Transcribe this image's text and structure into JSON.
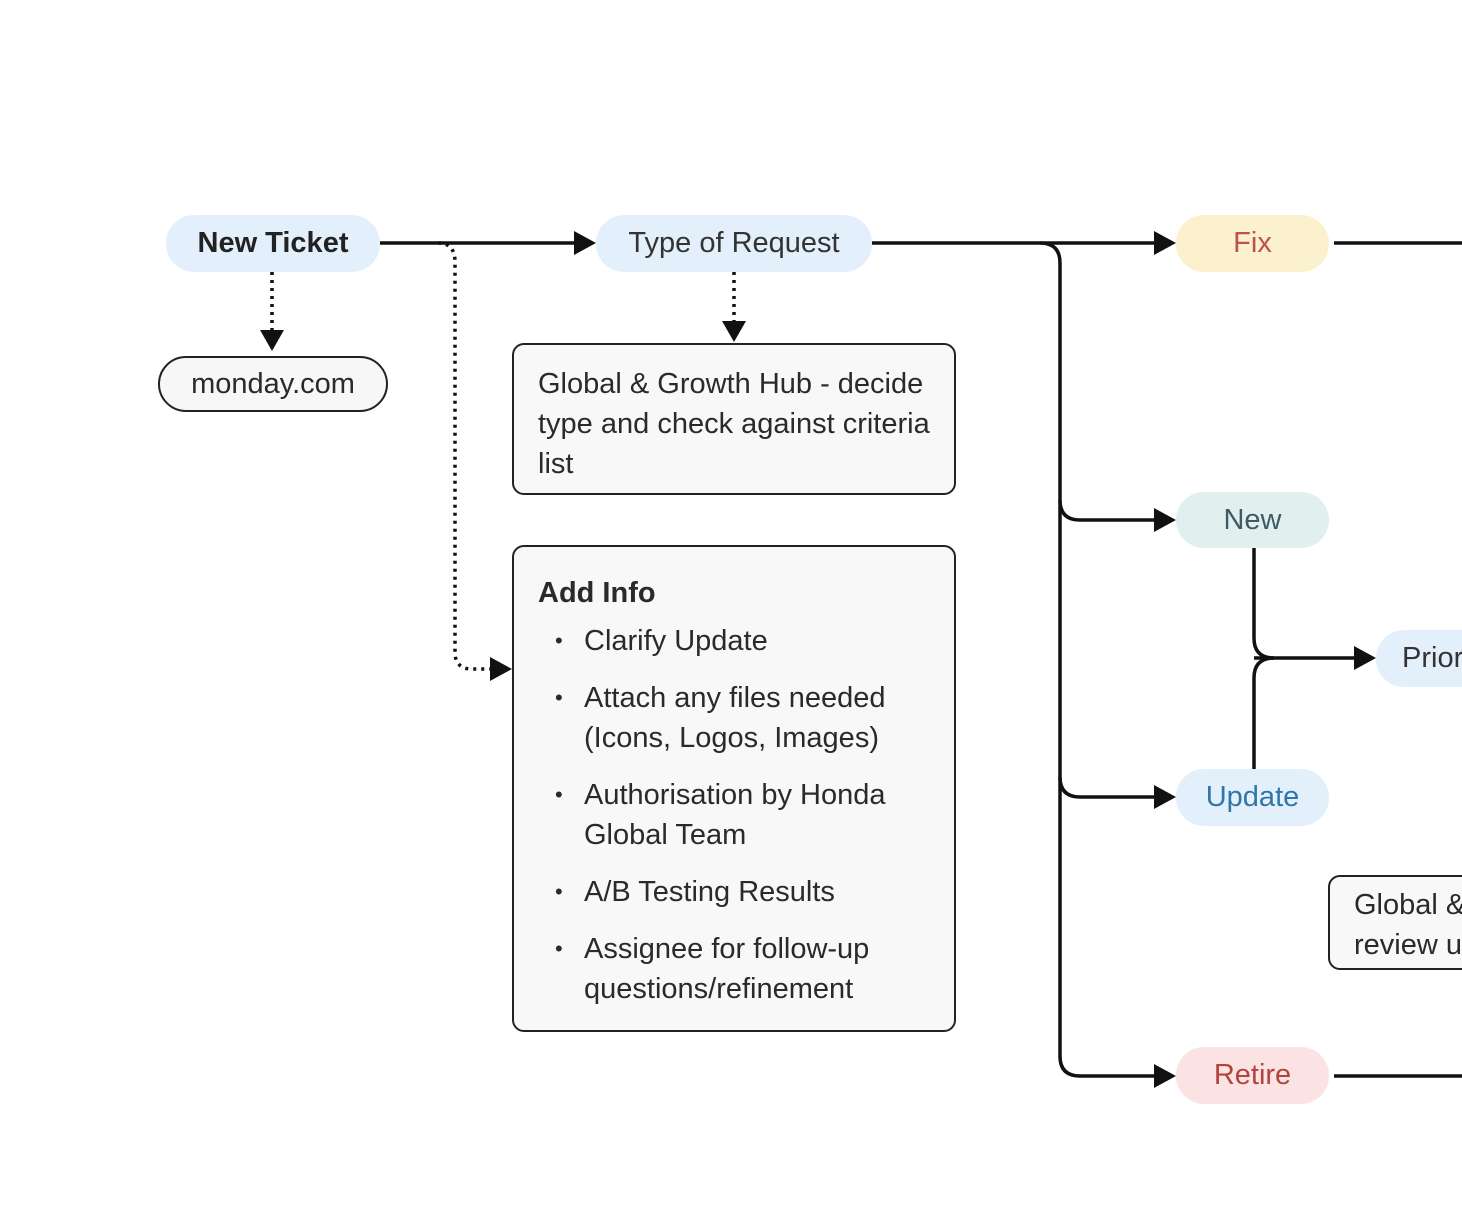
{
  "nodes": {
    "new_ticket": {
      "label": "New Ticket",
      "bg": "#e3f0fc",
      "color": "#222222"
    },
    "type_of_request": {
      "label": "Type of Request",
      "bg": "#e3f0fc",
      "color": "#333333"
    },
    "monday": {
      "label": "monday.com"
    },
    "fix": {
      "label": "Fix",
      "bg": "#fbf1cf",
      "color": "#c0504a"
    },
    "new": {
      "label": "New",
      "bg": "#e1f0ef",
      "color": "#3f5a66"
    },
    "update": {
      "label": "Update",
      "bg": "#e3f0fc",
      "color": "#2f77a8"
    },
    "retire": {
      "label": "Retire",
      "bg": "#fbe3e3",
      "color": "#b0443e"
    },
    "prior": {
      "label": "Prior",
      "bg": "#e3f0fc",
      "color": "#333333"
    }
  },
  "boxes": {
    "global_growth_hub": {
      "text": "Global & Growth Hub - decide type and check against criteria list"
    },
    "add_info": {
      "title": "Add Info",
      "items": [
        "Clarify Update",
        "Attach any files needed (Icons, Logos, Images)",
        "Authorisation by Honda Global Team",
        "A/B Testing Results",
        "Assignee for follow-up questions/refinement"
      ]
    },
    "global_review": {
      "lines": [
        "Global &",
        "review u"
      ]
    }
  },
  "colors": {
    "line": "#111111",
    "box_border": "#222222",
    "box_bg": "#f8f8f8"
  }
}
